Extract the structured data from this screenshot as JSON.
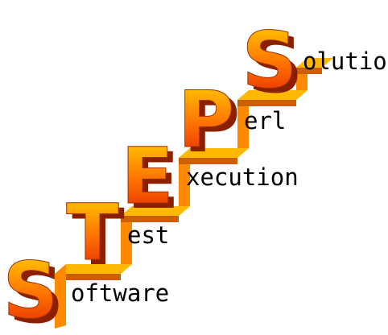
{
  "steps": [
    {
      "letter": "S",
      "rest": "oftware"
    },
    {
      "letter": "T",
      "rest": "est"
    },
    {
      "letter": "E",
      "rest": "xecution"
    },
    {
      "letter": "P",
      "rest": "erl"
    },
    {
      "letter": "S",
      "rest": "olution"
    }
  ],
  "colors": {
    "stair_top": "#ffb800",
    "stair_riser": "#ff8a00",
    "stair_side": "#cc6000",
    "letter_top": "#ffd800",
    "letter_mid": "#ff7000",
    "letter_bottom": "#e02000",
    "letter_extrude": "#8a2000"
  }
}
